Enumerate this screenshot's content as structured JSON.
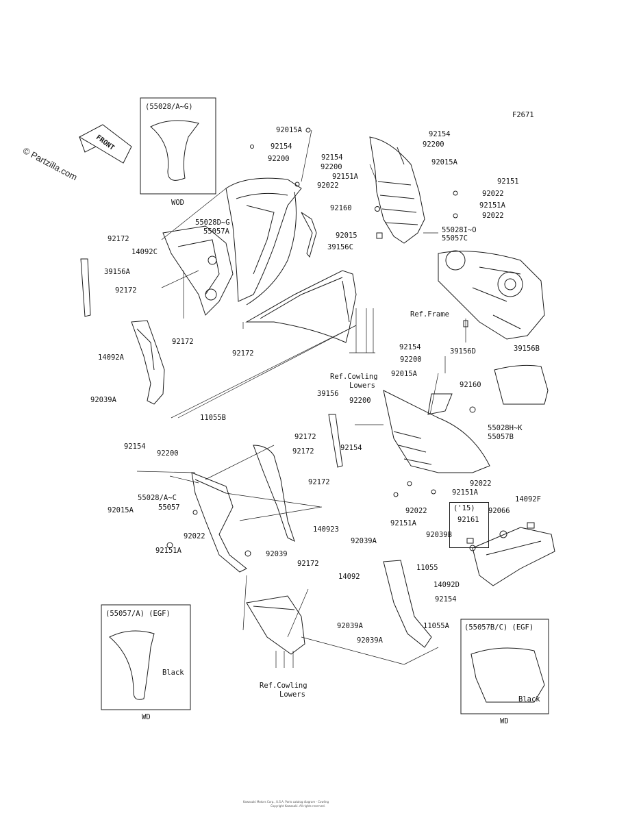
{
  "diagram": {
    "code": "F2671",
    "watermark": "© Partzilla.com",
    "front_label": "FRONT",
    "footer_line1": "Kawasaki Motors Corp., U.S.A. Parts catalog diagram - Cowling",
    "footer_line2": "Copyright Kawasaki. All rights reserved."
  },
  "callouts": [
    {
      "id": "92015A-top",
      "text": "92015A"
    },
    {
      "id": "92154-a",
      "text": "92154"
    },
    {
      "id": "92200-a",
      "text": "92200"
    },
    {
      "id": "92154-b",
      "text": "92154"
    },
    {
      "id": "92200-b",
      "text": "92200"
    },
    {
      "id": "92151A-a",
      "text": "92151A"
    },
    {
      "id": "92022-a",
      "text": "92022"
    },
    {
      "id": "92154-c",
      "text": "92154"
    },
    {
      "id": "92200-c",
      "text": "92200"
    },
    {
      "id": "92015A-b",
      "text": "92015A"
    },
    {
      "id": "92151-a",
      "text": "92151"
    },
    {
      "id": "92022-b",
      "text": "92022"
    },
    {
      "id": "92160-a",
      "text": "92160"
    },
    {
      "id": "92151A-b",
      "text": "92151A"
    },
    {
      "id": "92022-c",
      "text": "92022"
    },
    {
      "id": "55028D-G",
      "text": "55028D~G"
    },
    {
      "id": "55057A-a",
      "text": "55057A"
    },
    {
      "id": "92015-a",
      "text": "92015"
    },
    {
      "id": "55028I-O",
      "text": "55028I~O"
    },
    {
      "id": "55057C",
      "text": "55057C"
    },
    {
      "id": "92172-a",
      "text": "92172"
    },
    {
      "id": "14092C",
      "text": "14092C"
    },
    {
      "id": "39156C",
      "text": "39156C"
    },
    {
      "id": "39156A",
      "text": "39156A"
    },
    {
      "id": "92172-b",
      "text": "92172"
    },
    {
      "id": "ref-frame",
      "text": "Ref.Frame"
    },
    {
      "id": "92172-c",
      "text": "92172"
    },
    {
      "id": "92172-d",
      "text": "92172"
    },
    {
      "id": "92154-d",
      "text": "92154"
    },
    {
      "id": "39156D",
      "text": "39156D"
    },
    {
      "id": "39156B",
      "text": "39156B"
    },
    {
      "id": "14092A",
      "text": "14092A"
    },
    {
      "id": "92200-d",
      "text": "92200"
    },
    {
      "id": "92015A-c",
      "text": "92015A"
    },
    {
      "id": "ref-cowl-1a",
      "text": "Ref.Cowling"
    },
    {
      "id": "ref-cowl-1b",
      "text": "Lowers"
    },
    {
      "id": "92039A-a",
      "text": "92039A"
    },
    {
      "id": "39156",
      "text": "39156"
    },
    {
      "id": "92200-e",
      "text": "92200"
    },
    {
      "id": "92160-b",
      "text": "92160"
    },
    {
      "id": "11055B",
      "text": "11055B"
    },
    {
      "id": "55028H-K",
      "text": "55028H~K"
    },
    {
      "id": "55057B",
      "text": "55057B"
    },
    {
      "id": "92172-e",
      "text": "92172"
    },
    {
      "id": "92154-e",
      "text": "92154"
    },
    {
      "id": "92154-f",
      "text": "92154"
    },
    {
      "id": "92200-f",
      "text": "92200"
    },
    {
      "id": "92172-f",
      "text": "92172"
    },
    {
      "id": "92172-g",
      "text": "92172"
    },
    {
      "id": "92015A-d",
      "text": "92015A"
    },
    {
      "id": "55028A-C",
      "text": "55028/A~C"
    },
    {
      "id": "55057",
      "text": "55057"
    },
    {
      "id": "92022-d",
      "text": "92022"
    },
    {
      "id": "92151A-c",
      "text": "92151A"
    },
    {
      "id": "92022-e",
      "text": "92022"
    },
    {
      "id": "92151A-d",
      "text": "92151A"
    },
    {
      "id": "14092F",
      "text": "14092F"
    },
    {
      "id": "15-label",
      "text": "('15)"
    },
    {
      "id": "92066",
      "text": "92066"
    },
    {
      "id": "92161",
      "text": "92161"
    },
    {
      "id": "92022-f",
      "text": "92022"
    },
    {
      "id": "92151A-e",
      "text": "92151A"
    },
    {
      "id": "92039B",
      "text": "92039B"
    },
    {
      "id": "14092E",
      "text": "140923"
    },
    {
      "id": "92039A-b",
      "text": "92039A"
    },
    {
      "id": "92039",
      "text": "92039"
    },
    {
      "id": "92172-h",
      "text": "92172"
    },
    {
      "id": "14092",
      "text": "14092"
    },
    {
      "id": "11055",
      "text": "11055"
    },
    {
      "id": "14092D",
      "text": "14092D"
    },
    {
      "id": "92154-g",
      "text": "92154"
    },
    {
      "id": "92039A-c",
      "text": "92039A"
    },
    {
      "id": "11055A",
      "text": "11055A"
    },
    {
      "id": "92039A-d",
      "text": "92039A"
    },
    {
      "id": "ref-cowl-2a",
      "text": "Ref.Cowling"
    },
    {
      "id": "ref-cowl-2b",
      "text": "Lowers"
    }
  ],
  "insets": {
    "top": {
      "header": "(55028/A~G)",
      "footer": "WOD"
    },
    "bottom_left": {
      "header": "(55057/A)   (EGF)",
      "note": "Black",
      "footer": "WD"
    },
    "bottom_right": {
      "header": "(55057B/C) (EGF)",
      "note": "Black",
      "footer": "WD"
    }
  },
  "colors": {
    "ink": "#1a1a1a",
    "paper": "#ffffff"
  }
}
